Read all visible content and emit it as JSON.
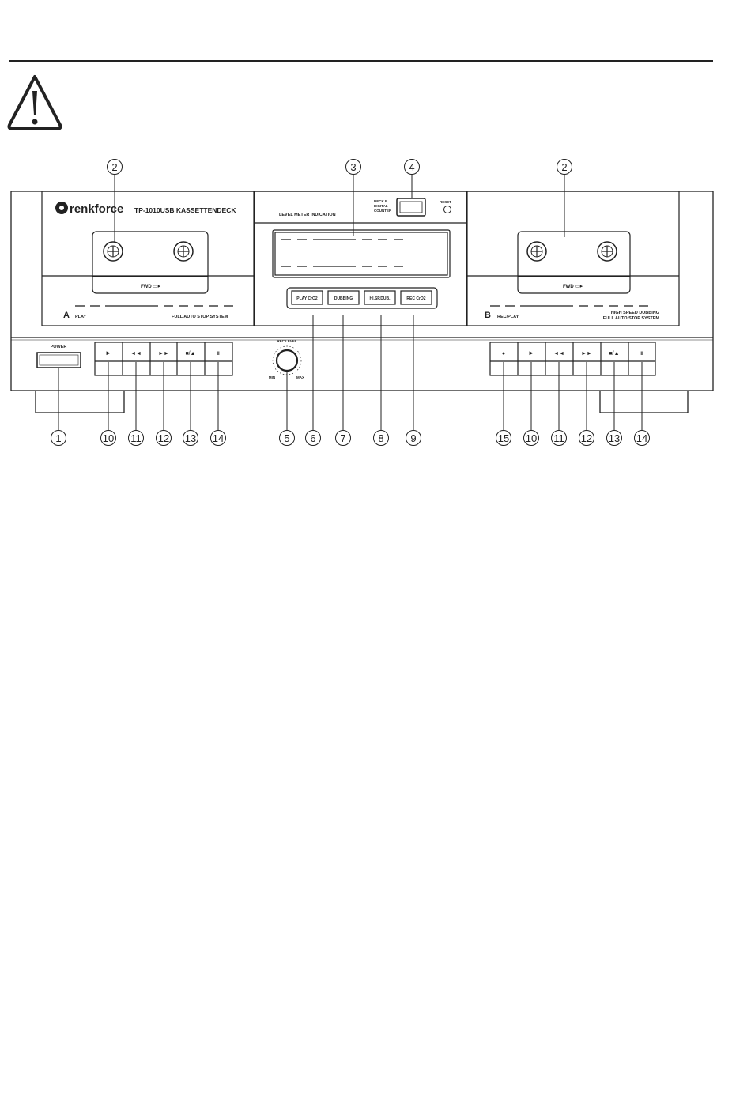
{
  "brand": {
    "name": "renkforce",
    "model": "TP-1010USB  KASSETTENDECK"
  },
  "deck_a": {
    "letter": "A",
    "mode": "PLAY",
    "system": "FULL AUTO STOP SYSTEM",
    "fwd": "FWD"
  },
  "deck_b": {
    "letter": "B",
    "mode": "REC/PLAY",
    "feature": "HIGH SPEED DUBBING",
    "system": "FULL AUTO STOP SYSTEM",
    "fwd": "FWD"
  },
  "center": {
    "level_meter": "LEVEL  METER  INDICATION",
    "counter_label_1": "DECK  B",
    "counter_label_2": "DIGITAL",
    "counter_label_3": "COUNTER",
    "reset": "RESET",
    "buttons": [
      "PLAY CrO2",
      "DUBBING",
      "HI.SP.DUB.",
      "REC CrO2"
    ]
  },
  "power_label": "POWER",
  "rec_level": {
    "label": "REC LEVEL",
    "min": "MIN",
    "max": "MAX"
  },
  "transport_a": [
    "►",
    "◄◄",
    "►►",
    "■/▲",
    "II"
  ],
  "transport_b": [
    "●",
    "►",
    "◄◄",
    "►►",
    "■/▲",
    "II"
  ],
  "callouts": {
    "deck_a_head": "2",
    "display": "3",
    "counter": "4",
    "deck_b_head": "2",
    "power": "1",
    "rec_level": "5",
    "play_cro2": "6",
    "dubbing": "7",
    "hi_sp_dub": "8",
    "rec_cro2": "9",
    "a_play": "10",
    "a_rew": "11",
    "a_ff": "12",
    "a_stop": "13",
    "a_pause": "14",
    "b_rec": "15",
    "b_play": "10",
    "b_rew": "11",
    "b_ff": "12",
    "b_stop": "13",
    "b_pause": "14"
  },
  "icons": {
    "warning": "warning-triangle-icon",
    "logo": "flower-logo-icon"
  }
}
